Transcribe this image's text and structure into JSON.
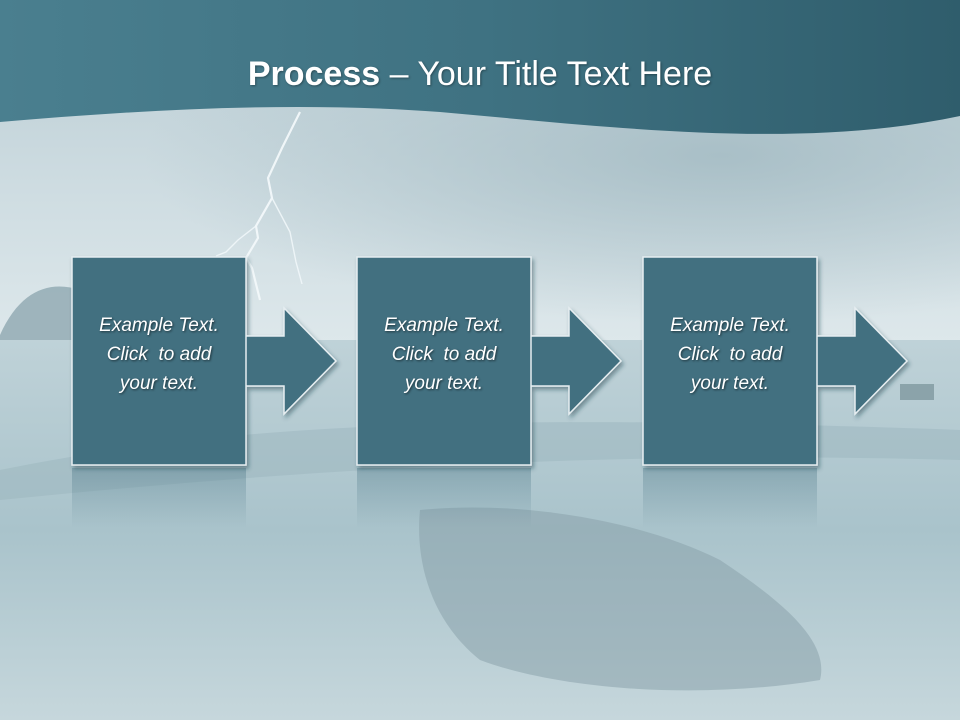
{
  "slide": {
    "title_bold": "Process",
    "title_rest": " – Your Title Text Here"
  },
  "steps": [
    {
      "line1": "Example Text.",
      "line2": "Click  to add",
      "line3": "your text."
    },
    {
      "line1": "Example Text.",
      "line2": "Click  to add",
      "line3": "your text."
    },
    {
      "line1": "Example Text.",
      "line2": "Click  to add",
      "line3": "your text."
    }
  ],
  "colors": {
    "header": "#3e6f7f",
    "box_fill": "#426f80",
    "box_border": "#e6eef1",
    "sky": "#c4d4da",
    "field": "#a9c2ca"
  },
  "icons": {
    "connector": "right-arrow-icon"
  }
}
